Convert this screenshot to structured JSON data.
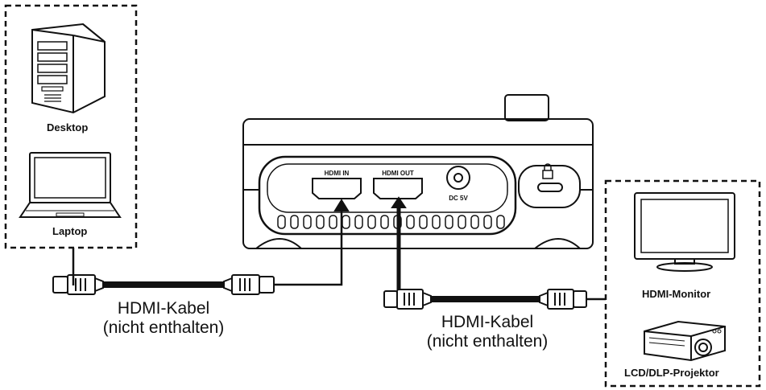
{
  "sources": {
    "desktop_label": "Desktop",
    "laptop_label": "Laptop"
  },
  "device": {
    "hdmi_in_label": "HDMI IN",
    "hdmi_out_label": "HDMI OUT",
    "dc_label": "DC 5V",
    "lock_icon": "lock-icon"
  },
  "cables": {
    "left": {
      "line1": "HDMI-Kabel",
      "line2": "(nicht enthalten)"
    },
    "right": {
      "line1": "HDMI-Kabel",
      "line2": "(nicht enthalten)"
    }
  },
  "outputs": {
    "monitor_label": "HDMI-Monitor",
    "projector_label": "LCD/DLP-Projektor"
  },
  "colors": {
    "line": "#111111",
    "background": "#ffffff"
  }
}
